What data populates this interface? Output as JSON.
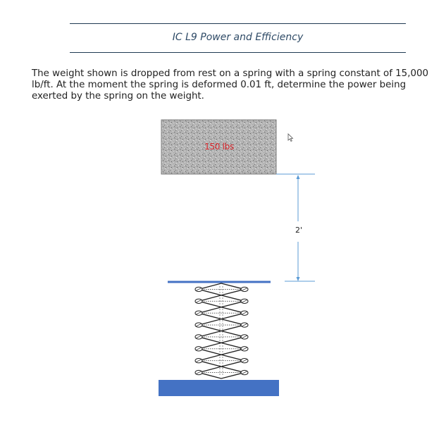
{
  "document": {
    "title": "IC L9 Power and Efficiency",
    "problem_text": "The weight shown is dropped from rest on a spring with a spring constant of 15,000 lb/ft.  At the moment the spring is deformed 0.01 ft, determine the power being exerted by the spring on the weight."
  },
  "figure": {
    "weight_label": "150 lbs",
    "drop_height_label": "2'",
    "colors": {
      "plate": "#4472c4",
      "weight_fill": "#a9a9a9",
      "label": "#d8262b",
      "dimension_line": "#5b9bd5"
    }
  }
}
